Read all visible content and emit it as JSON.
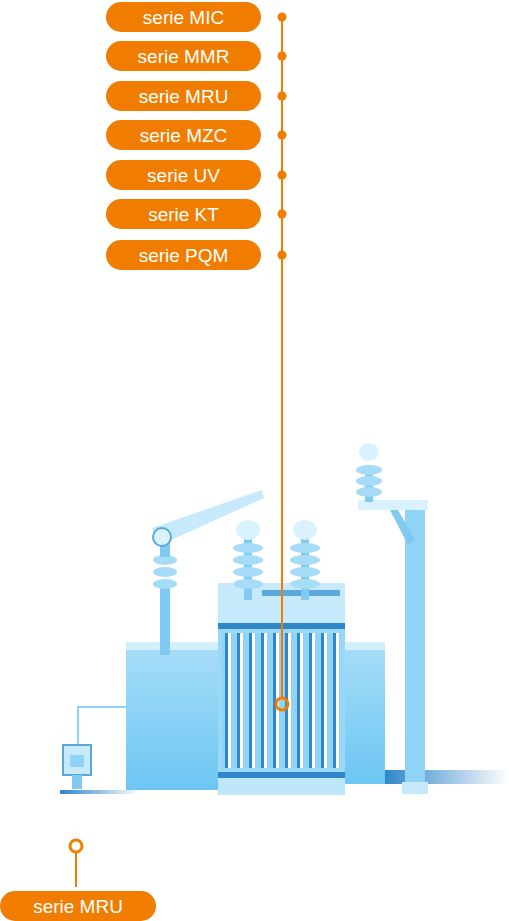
{
  "diagram": {
    "nodes": [
      {
        "text": [
          "serie MIC"
        ]
      },
      {
        "text": [
          "serie MMR"
        ]
      },
      {
        "text": [
          "serie MRU"
        ]
      },
      {
        "text": [
          "serie MZC"
        ]
      },
      {
        "text": [
          "serie UV"
        ]
      },
      {
        "text": [
          "serie KT"
        ]
      },
      {
        "text": [
          "serie PQM"
        ]
      },
      {
        "text": [
          "serie MRU"
        ]
      }
    ]
  }
}
